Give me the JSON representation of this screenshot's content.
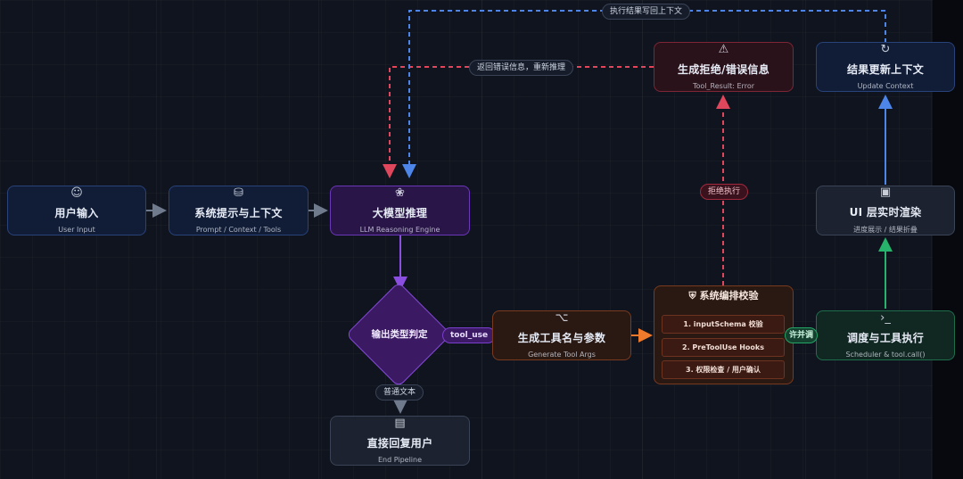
{
  "nodes": {
    "user_input": {
      "title": "用户输入",
      "subtitle": "User Input",
      "icon": "user-icon"
    },
    "system_prompt": {
      "title": "系统提示与上下文",
      "subtitle": "Prompt / Context / Tools",
      "icon": "database-icon"
    },
    "llm": {
      "title": "大模型推理",
      "subtitle": "LLM Reasoning Engine",
      "icon": "brain-icon"
    },
    "decision": {
      "title": "输出类型判定"
    },
    "direct_reply": {
      "title": "直接回复用户",
      "subtitle": "End Pipeline",
      "icon": "document-icon"
    },
    "gen_args": {
      "title": "生成工具名与参数",
      "subtitle": "Generate Tool Args",
      "icon": "sliders-icon"
    },
    "orchestration": {
      "title": "系统编排校验",
      "icon": "shield-icon",
      "steps": [
        "1. inputSchema 校验",
        "2. PreToolUse Hooks",
        "3. 权限检查 / 用户确认"
      ]
    },
    "reject": {
      "title": "生成拒绝/错误信息",
      "subtitle": "Tool_Result: Error",
      "icon": "warning-icon"
    },
    "update_context": {
      "title": "结果更新上下文",
      "subtitle": "Update Context",
      "icon": "refresh-icon"
    },
    "ui_render": {
      "title": "UI 层实时渲染",
      "subtitle": "进度展示 / 结果折叠",
      "icon": "monitor-icon"
    },
    "scheduler": {
      "title": "调度与工具执行",
      "subtitle": "Scheduler & tool.call()",
      "icon": "terminal-icon"
    }
  },
  "edge_labels": {
    "writeback": "执行结果写回上下文",
    "return_error": "返回错误信息，重新推理",
    "reject_exec": "拒绝执行",
    "tool_use": "tool_use",
    "plain_text": "普通文本",
    "approve_partial": "许并调"
  },
  "colors": {
    "background": "#10141e",
    "blue": "#4d86e8",
    "red": "#e0475c",
    "purple": "#8a4fe0",
    "orange": "#f07a2c",
    "green": "#27b36b",
    "gray": "#6f7a8d"
  }
}
